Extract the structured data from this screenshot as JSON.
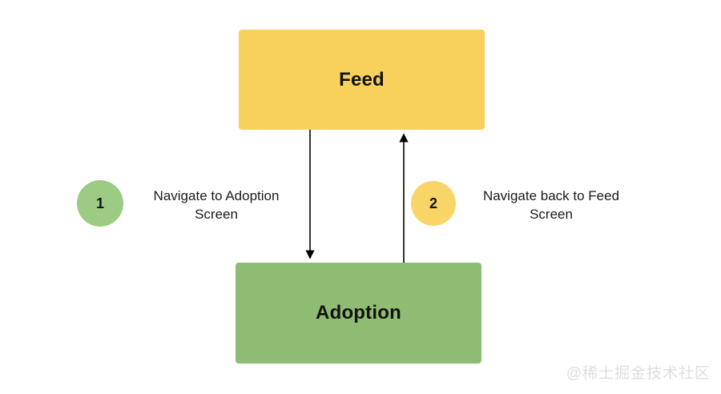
{
  "diagram": {
    "feed_node": {
      "label": "Feed",
      "color": "#F8D15C"
    },
    "adoption_node": {
      "label": "Adoption",
      "color": "#8FBC73"
    },
    "step1": {
      "number": "1",
      "label": "Navigate to Adoption Screen",
      "badge_color": "#9CCB83"
    },
    "step2": {
      "number": "2",
      "label": "Navigate back to Feed Screen",
      "badge_color": "#F9D466"
    },
    "arrow_color": "#000000",
    "watermark": "@稀土掘金技术社区"
  }
}
